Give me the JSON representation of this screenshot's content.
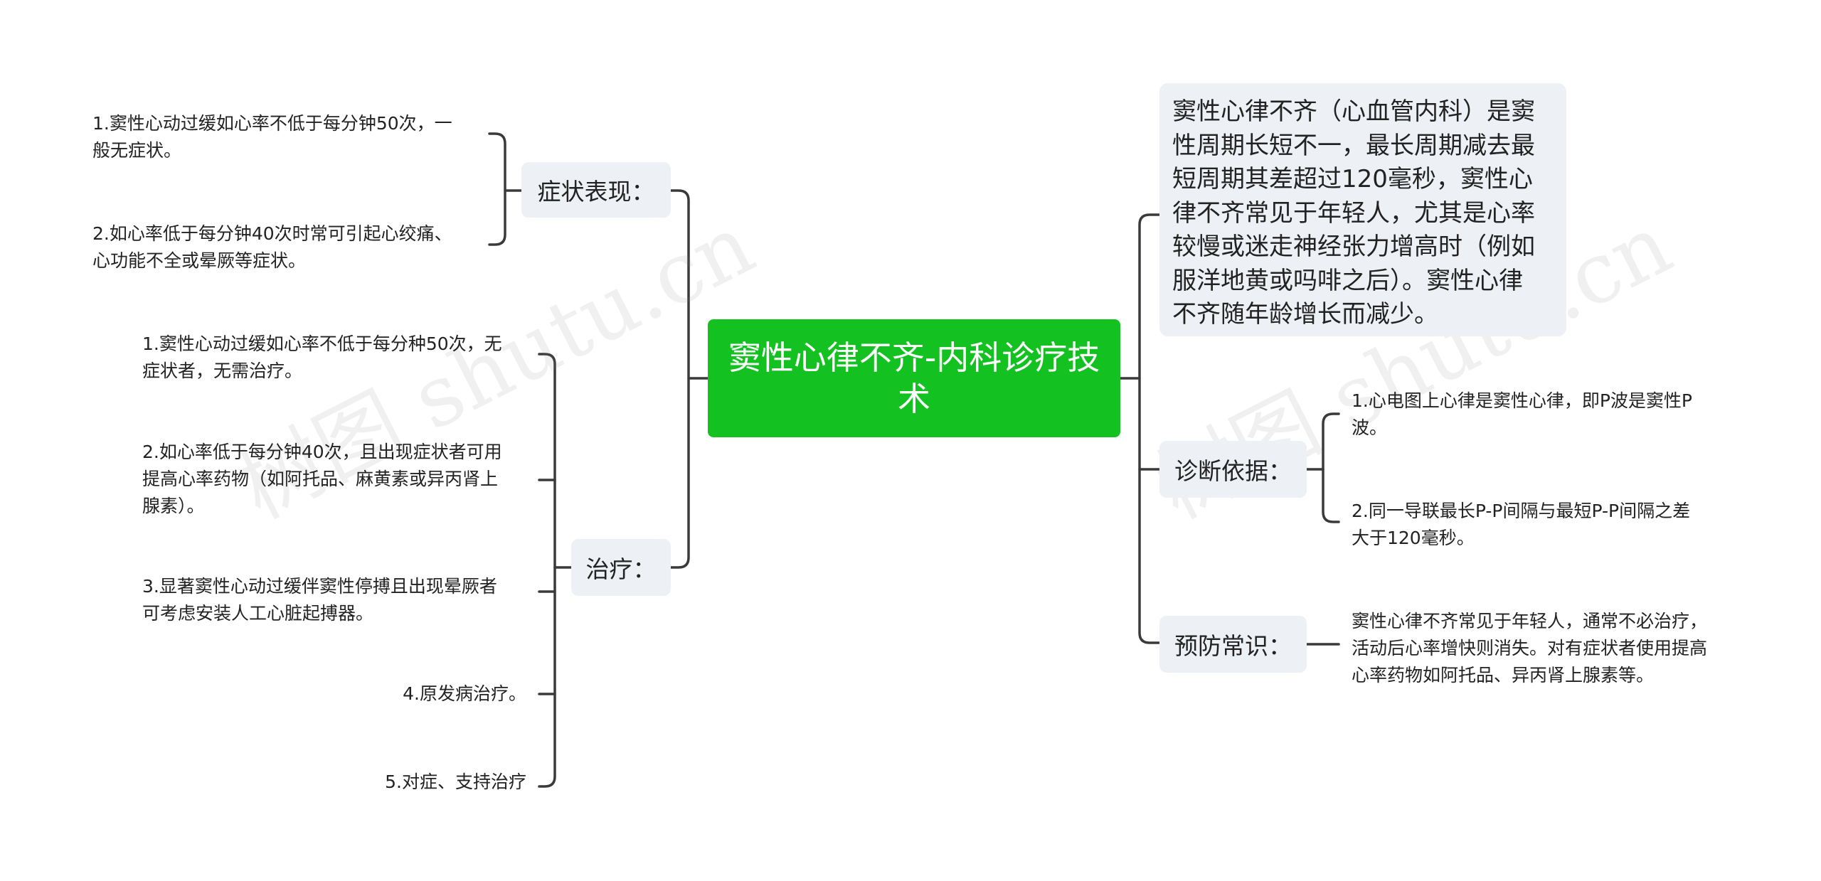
{
  "central": {
    "title_line1": "窦性心律不齐-内科诊疗技",
    "title_line2": "术"
  },
  "branches": {
    "symptoms": {
      "label": "症状表现：",
      "items": [
        [
          "1.窦性心动过缓如心率不低于每分钟50次，一",
          "般无症状。"
        ],
        [
          "2.如心率低于每分钟40次时常可引起心绞痛、",
          "心功能不全或晕厥等症状。"
        ]
      ]
    },
    "treatment": {
      "label": "治疗：",
      "items": [
        [
          "1.窦性心动过缓如心率不低于每分种50次，无",
          "症状者，无需治疗。"
        ],
        [
          "2.如心率低于每分钟40次，且出现症状者可用",
          "提高心率药物（如阿托品、麻黄素或异丙肾上",
          "腺素）。"
        ],
        [
          "3.显著窦性心动过缓伴窦性停搏且出现晕厥者",
          "可考虑安装人工心脏起搏器。"
        ],
        [
          "4.原发病治疗。"
        ],
        [
          "5.对症、支持治疗"
        ]
      ]
    },
    "definition": {
      "lines": [
        "窦性心律不齐（心血管内科）是窦",
        "性周期长短不一，最长周期减去最",
        "短周期其差超过120毫秒，窦性心",
        "律不齐常见于年轻人，尤其是心率",
        "较慢或迷走神经张力增高时（例如",
        "服洋地黄或吗啡之后）。窦性心律",
        "不齐随年龄增长而减少。"
      ]
    },
    "diagnosis": {
      "label": "诊断依据：",
      "items": [
        [
          "1.心电图上心律是窦性心律，即P波是窦性P",
          "波。"
        ],
        [
          "2.同一导联最长P-P间隔与最短P-P间隔之差",
          "大于120毫秒。"
        ]
      ]
    },
    "prevention": {
      "label": "预防常识：",
      "items": [
        [
          "窦性心律不齐常见于年轻人，通常不必治疗，",
          "活动后心率增快则消失。对有症状者使用提高",
          "心率药物如阿托品、异丙肾上腺素等。"
        ]
      ]
    }
  },
  "watermark": "树图 shutu.cn",
  "colors": {
    "central": "#13c220",
    "branch_bg": "#edf0f4",
    "line": "#3a3a3a"
  }
}
